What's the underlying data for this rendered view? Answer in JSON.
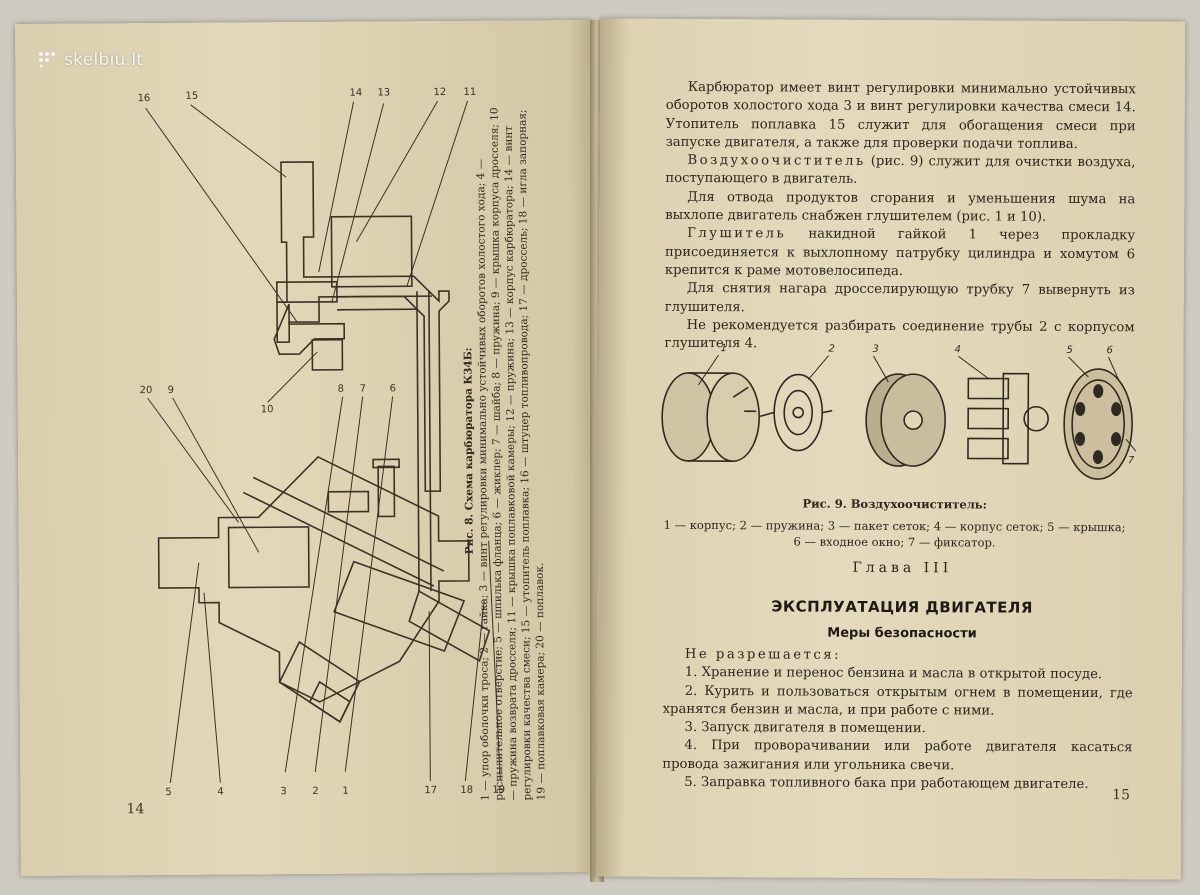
{
  "watermark": "skelbiu.lt",
  "left_page": {
    "page_number": "14",
    "figure_caption_title": "Рис. 8. Схема карбюратора К34Б:",
    "figure_caption_text": "1 — упор оболочки троса; 2 — гайка; 3 — винт регулировки минимально устойчивых оборотов холостого хода; 4 — распылительное отверстие; 5 — шпилька фланца; 6 — жиклер; 7 — шайба; 8 — пружина; 9 — крышка корпуса дросселя; 10 — пружина возврата дросселя; 11 — крышка поплавковой камеры; 12 — пружина; 13 — корпус карбюратора; 14 — винт регулировки качества смеси; 15 — утопитель поплавка; 16 — штуцер топливопровода; 17 — дроссель; 18 — игла запорная; 19 — поплавковая камера; 20 — поплавок.",
    "callouts": [
      "16",
      "15",
      "14",
      "13",
      "12",
      "11",
      "10",
      "20",
      "9",
      "8",
      "7",
      "6",
      "5",
      "4",
      "3",
      "2",
      "1",
      "17",
      "18",
      "19"
    ]
  },
  "right_page": {
    "page_number": "15",
    "paragraphs": [
      "Карбюратор имеет винт регулировки минимально устойчивых оборотов холостого хода 3 и винт регулировки качества смеси 14. Утопитель поплавка 15 служит для обогащения смеси при запуске двигателя, а также для проверки подачи топлива."
    ],
    "air_filter_term": "Воздухоочиститель",
    "air_filter_text": "(рис. 9) служит для очистки воздуха, поступающего в двигатель.",
    "exhaust_text": "Для отвода продуктов сгорания и уменьшения шума на выхлопе двигатель снабжен глушителем (рис. 1 и 10).",
    "muffler_term": "Глушитель",
    "muffler_text": "накидной гайкой 1 через прокладку присоединяется к выхлопному патрубку цилиндра и хомутом 6 крепится к раме мотовелосипеда.",
    "carbon_text": "Для снятия нагара дросселирующую трубку 7 вывернуть из глушителя.",
    "no_disassemble_text": "Не рекомендуется разбирать соединение трубы 2 с корпусом глушителя 4.",
    "figure_labels": [
      "1",
      "2",
      "3",
      "4",
      "5",
      "6",
      "7"
    ],
    "figure_title": "Рис. 9. Воздухоочиститель:",
    "figure_legend_1": "1 — корпус; 2 — пружина; 3 — пакет сеток; 4 — корпус сеток; 5 — крышка;",
    "figure_legend_2": "6 — входное окно; 7 — фиксатор.",
    "chapter": "Глава III",
    "section_title": "ЭКСПЛУАТАЦИЯ ДВИГАТЕЛЯ",
    "subsection_title": "Меры безопасности",
    "not_allowed": "Не разрешается:",
    "rules": [
      "1. Хранение и перенос бензина и масла в открытой посуде.",
      "2. Курить и пользоваться открытым огнем в помещении, где хранятся бензин и масла, и при работе с ними.",
      "3. Запуск двигателя в помещении.",
      "4. При проворачивании или работе двигателя касаться провода зажигания или угольника свечи.",
      "5. Заправка топливного бака при работающем двигателе."
    ]
  }
}
